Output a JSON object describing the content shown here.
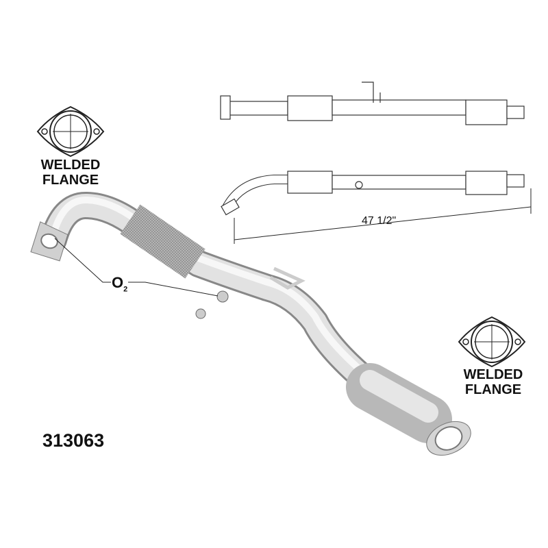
{
  "flange_labels": {
    "left": {
      "line1": "WELDED",
      "line2": "FLANGE"
    },
    "right": {
      "line1": "WELDED",
      "line2": "FLANGE"
    }
  },
  "o2_label": {
    "main": "O",
    "sub": "2"
  },
  "dimension": "47 1/2\"",
  "part_number": "313063"
}
